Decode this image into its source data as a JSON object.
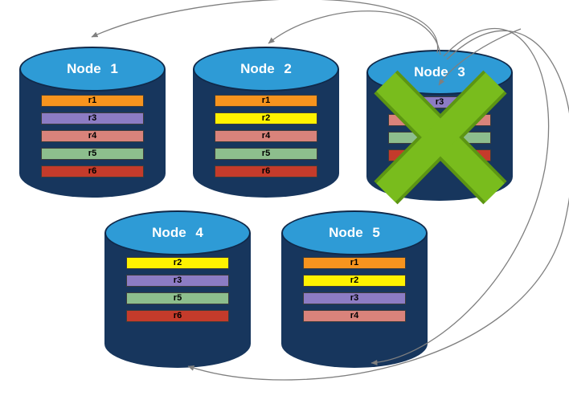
{
  "styles": {
    "cylinder_body": "#17365D",
    "cylinder_top": "#2E9BD6",
    "arrow": "#7F7F7F",
    "failure_x": "#79BC1D",
    "failure_x_outline": "#5C9513"
  },
  "nodes": [
    {
      "title": "Node 1",
      "failed": false,
      "records": [
        {
          "label": "r1",
          "color": "#F7941E"
        },
        {
          "label": "r3",
          "color": "#8C7CC4"
        },
        {
          "label": "r4",
          "color": "#D9837B"
        },
        {
          "label": "r5",
          "color": "#8DBE8D"
        },
        {
          "label": "r6",
          "color": "#C43B2B"
        }
      ]
    },
    {
      "title": "Node 2",
      "failed": false,
      "records": [
        {
          "label": "r1",
          "color": "#F7941E"
        },
        {
          "label": "r2",
          "color": "#FFF200"
        },
        {
          "label": "r4",
          "color": "#D9837B"
        },
        {
          "label": "r5",
          "color": "#8DBE8D"
        },
        {
          "label": "r6",
          "color": "#C43B2B"
        }
      ]
    },
    {
      "title": "Node 3",
      "failed": true,
      "records": [
        {
          "label": "r3",
          "color": "#8C7CC4"
        },
        {
          "label": "r4",
          "color": "#D9837B"
        },
        {
          "label": "r5",
          "color": "#8DBE8D"
        },
        {
          "label": "r6",
          "color": "#C43B2B"
        }
      ]
    },
    {
      "title": "Node 4",
      "failed": false,
      "records": [
        {
          "label": "r2",
          "color": "#FFF200"
        },
        {
          "label": "r3",
          "color": "#8C7CC4"
        },
        {
          "label": "r5",
          "color": "#8DBE8D"
        },
        {
          "label": "r6",
          "color": "#C43B2B"
        }
      ]
    },
    {
      "title": "Node 5",
      "failed": false,
      "records": [
        {
          "label": "r1",
          "color": "#F7941E"
        },
        {
          "label": "r2",
          "color": "#FFF200"
        },
        {
          "label": "r3",
          "color": "#8C7CC4"
        },
        {
          "label": "r4",
          "color": "#D9837B"
        }
      ]
    }
  ]
}
